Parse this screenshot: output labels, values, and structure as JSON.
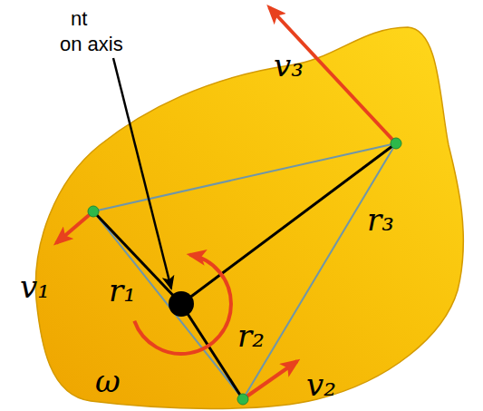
{
  "diagram": {
    "labels": [
      "nt",
      "on axis",
      "v₃",
      "v₁",
      "r₁",
      "r₃",
      "r₂",
      "v₂",
      "ω"
    ]
  }
}
